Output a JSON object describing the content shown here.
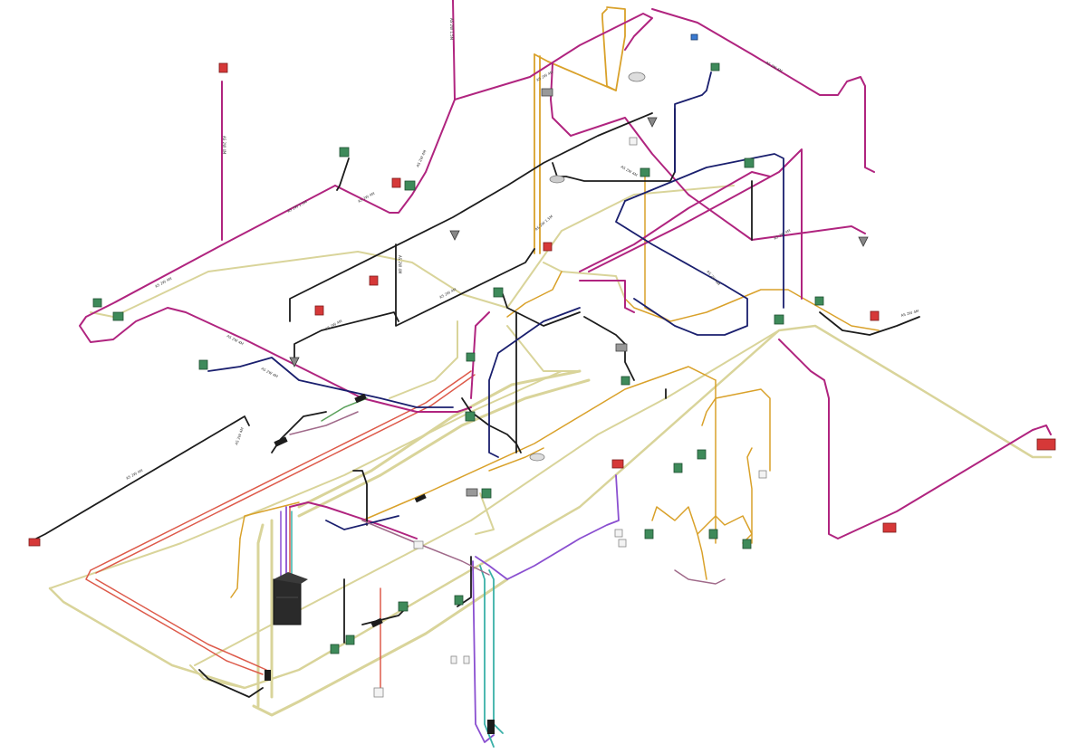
{
  "diagram": {
    "wire_colors": {
      "magenta": "#b0247f",
      "black": "#1c1c1c",
      "navy": "#1a1f6e",
      "orange": "#d9a12a",
      "yellow": "#d9d49a",
      "red": "#dd5a4a",
      "purple": "#8a4fd0",
      "teal": "#3ab0a8",
      "mauve": "#a06a8a"
    },
    "component_colors": {
      "green_connector": "#3e8a5a",
      "red_connector": "#d63838",
      "gray_part": "#888888",
      "ecu": "#2a2a2a"
    },
    "wire_labels": [
      "AS 2W 4M",
      "AS 2W 4M",
      "AS 2W 1.5M",
      "AS 2W 4M",
      "AS 2W 4M",
      "AS 2W 1.5M",
      "AS 2W 4M",
      "AS 2W 4M",
      "AS 2W 4M",
      "AS 2W 1.5M",
      "AS 2W 4M",
      "AS 2W 4M",
      "AS 2W 4M",
      "AS 2W 4M",
      "AS 2W 4M",
      "AS 2W 4M",
      "AS 2W 4M",
      "AS 2W 4M",
      "AS 2W 4M",
      "AS 2W 4M"
    ]
  }
}
